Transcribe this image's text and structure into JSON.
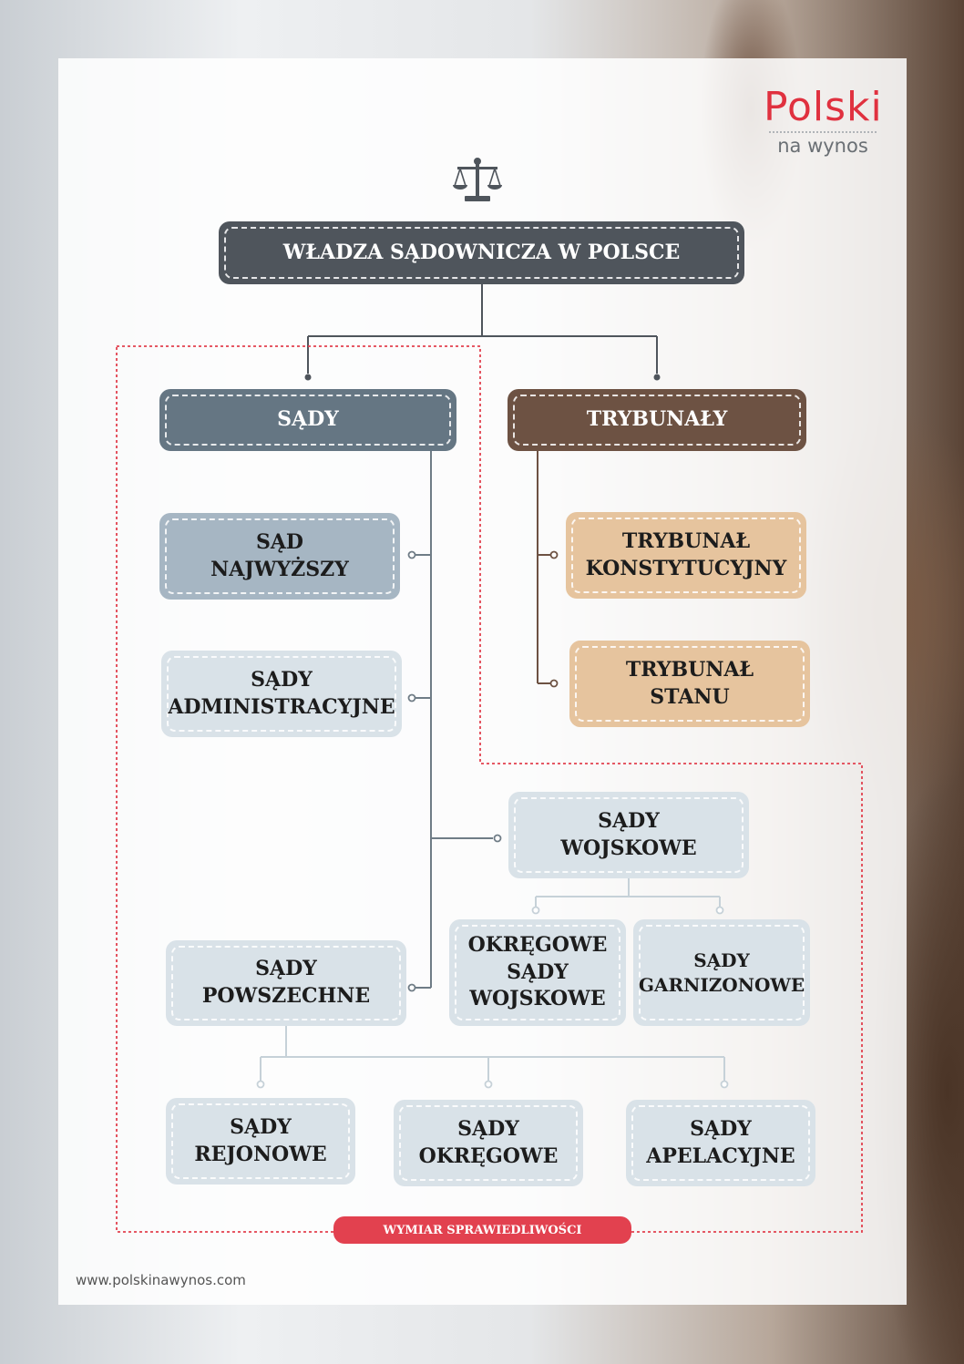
{
  "logo": {
    "main": "Polski",
    "sub": "na wynos"
  },
  "colors": {
    "accent": "#e2414f",
    "dark": "#4f555c",
    "brown": "#6d5243",
    "peach": "#e6c49e"
  },
  "icons": [
    "scales-icon"
  ],
  "diagram": {
    "root": "WŁADZA SĄDOWNICZA W POLSCE",
    "sady": "SĄDY",
    "trybunaly": "TRYBUNAŁY",
    "sad_najwyzszy": [
      "SĄD",
      "NAJWYŻSZY"
    ],
    "sady_administracyjne": [
      "SĄDY",
      "ADMINISTRACYJNE"
    ],
    "sady_wojskowe": [
      "SĄDY",
      "WOJSKOWE"
    ],
    "okregowe_sady_wojskowe": [
      "OKRĘGOWE",
      "SĄDY",
      "WOJSKOWE"
    ],
    "sady_garnizonowe": [
      "SĄDY",
      "GARNIZONOWE"
    ],
    "sady_powszechne": [
      "SĄDY",
      "POWSZECHNE"
    ],
    "sady_rejonowe": [
      "SĄDY",
      "REJONOWE"
    ],
    "sady_okregowe": [
      "SĄDY",
      "OKRĘGOWE"
    ],
    "sady_apelacyjne": [
      "SĄDY",
      "APELACYJNE"
    ],
    "trybunal_konstytucyjny": [
      "TRYBUNAŁ",
      "KONSTYTUCYJNY"
    ],
    "trybunal_stanu": [
      "TRYBUNAŁ",
      "STANU"
    ],
    "wymiar": "WYMIAR SPRAWIEDLIWOŚCI"
  },
  "footer": {
    "url": "www.polskinawynos.com"
  }
}
